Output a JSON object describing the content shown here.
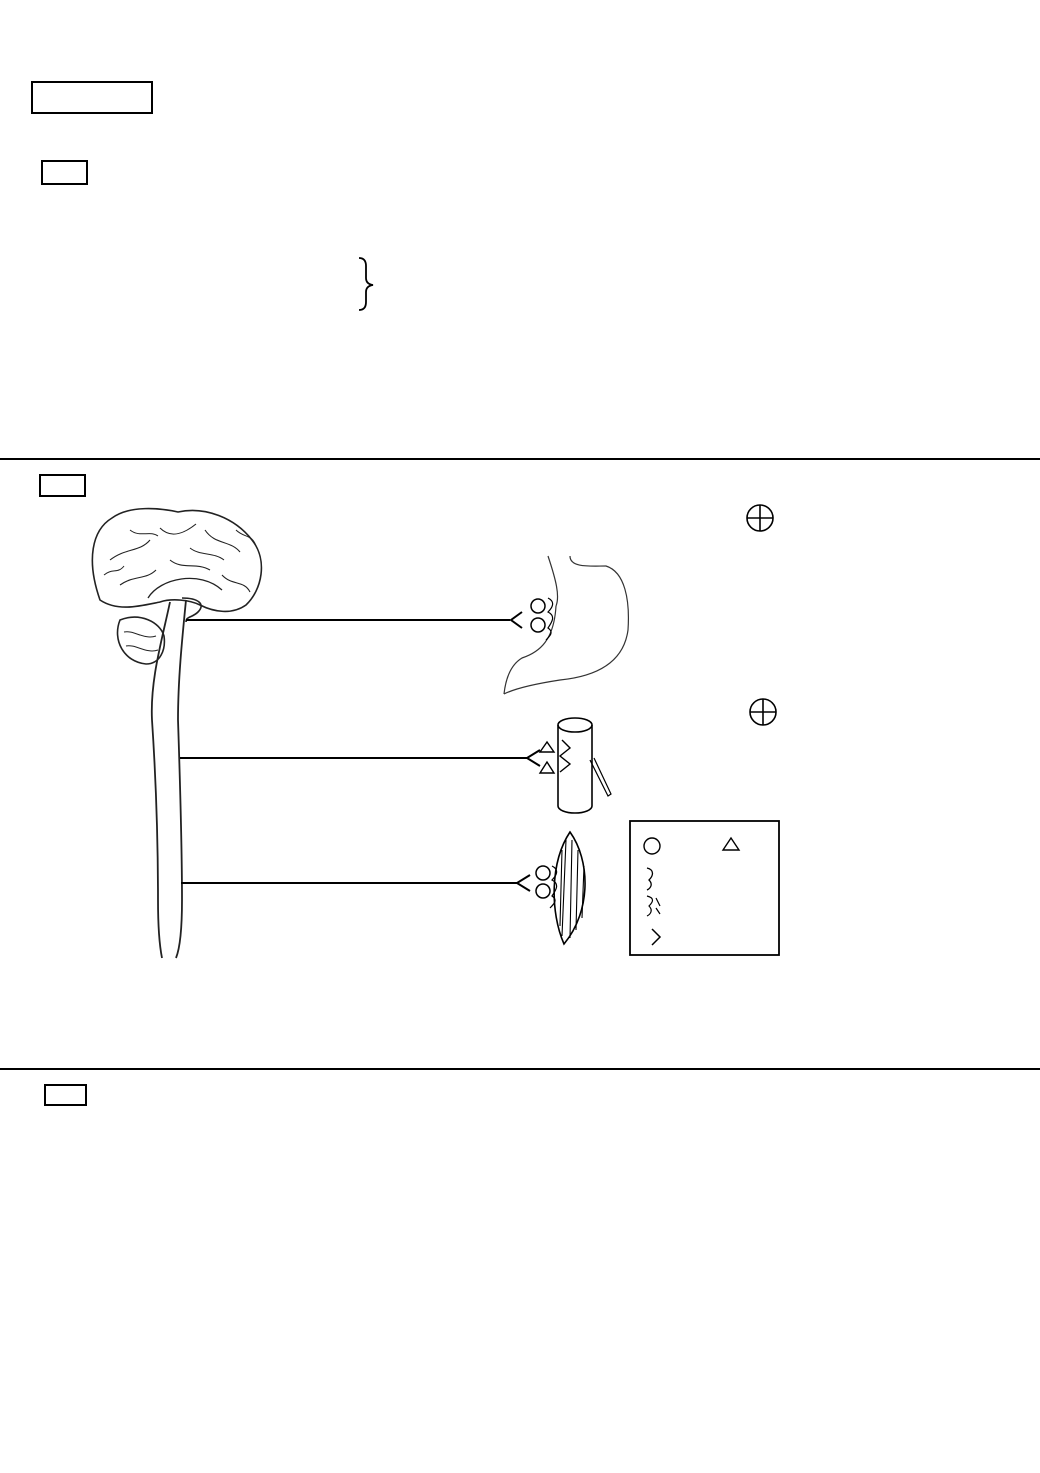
{
  "page": {
    "background": "#ffffff",
    "ink": "#000000"
  },
  "header": {
    "title_box_label": "",
    "question_box_1_label": ""
  },
  "section_2": {
    "question_box_label": "",
    "diagram": {
      "stimulation_symbol_1": "⊕",
      "stimulation_symbol_2": "⊕",
      "organs": [
        "stomach",
        "blood-vessel",
        "muscle"
      ],
      "legend": {
        "symbols": [
          "○",
          "△",
          "ʖ",
          "ⵢ",
          "ᐳ"
        ]
      }
    }
  },
  "section_3": {
    "question_box_label": ""
  }
}
